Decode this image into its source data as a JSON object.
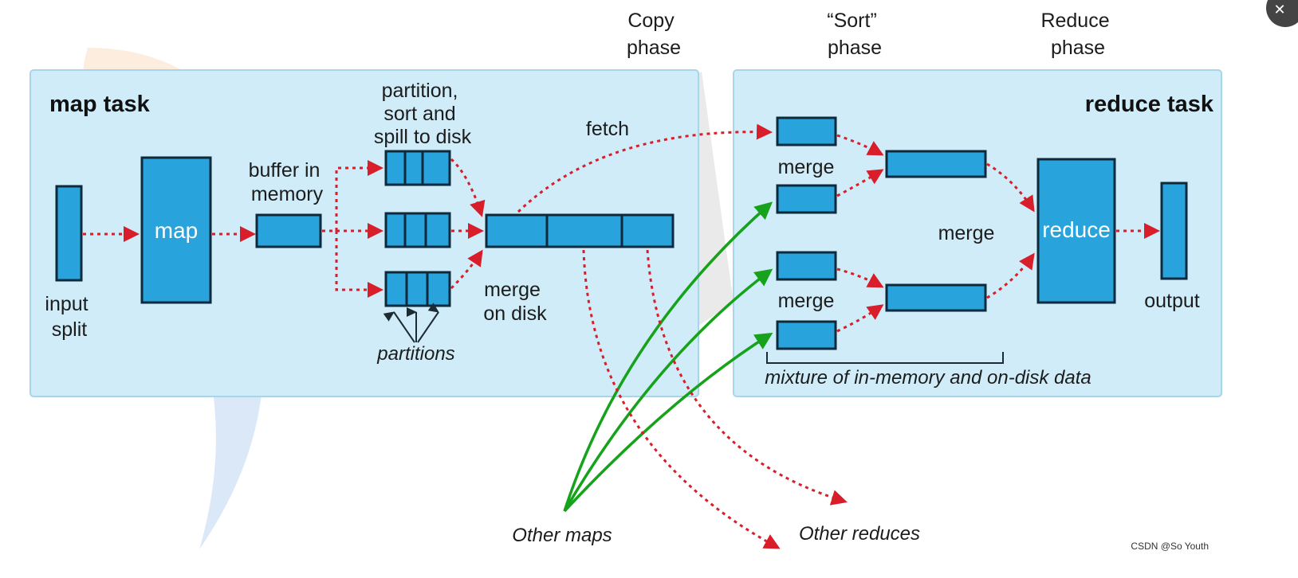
{
  "phases": {
    "copy": [
      "Copy",
      "phase"
    ],
    "sort": [
      "“Sort”",
      "phase"
    ],
    "reduce": [
      "Reduce",
      "phase"
    ]
  },
  "map_task": {
    "title": "map task",
    "input_split": [
      "input",
      "split"
    ],
    "map": "map",
    "buffer": [
      "buffer in",
      "memory"
    ],
    "partition": [
      "partition,",
      "sort and",
      "spill to disk"
    ],
    "partitions": "partitions",
    "merge_on_disk": [
      "merge",
      "on disk"
    ]
  },
  "copy": {
    "fetch": "fetch"
  },
  "reduce_task": {
    "title": "reduce task",
    "merge_labels": [
      "merge",
      "merge",
      "merge"
    ],
    "reduce": "reduce",
    "output": "output",
    "mixture": "mixture of in-memory and on-disk data"
  },
  "bottom": {
    "other_maps": "Other maps",
    "other_reduces": "Other reduces"
  },
  "credit": "CSDN @So Youth",
  "corner_glyph": "✕",
  "colors": {
    "panel": "#cfecf8",
    "box": "#29a3dc",
    "box_border": "#0c2a3c",
    "shuffle_arrow": "#d81e2a",
    "other_maps_arrow": "#16a21a"
  }
}
